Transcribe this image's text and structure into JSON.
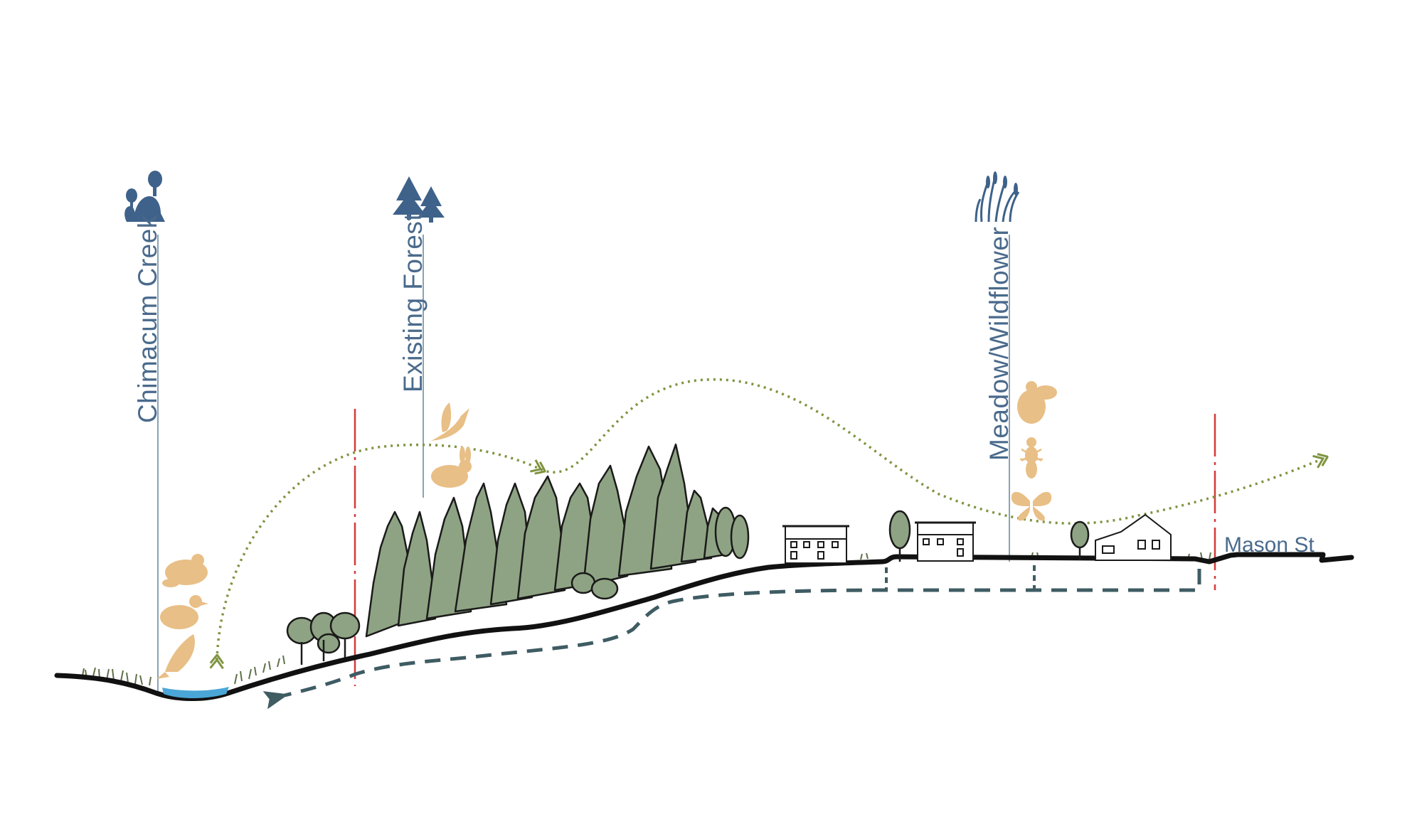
{
  "labels": {
    "zone_1": "Chimacum Creek",
    "zone_2": "Existing Forest",
    "zone_3": "Meadow/Wildflower",
    "street": "Mason St"
  },
  "icons": {
    "zone_1": "squirrel-tree-icon",
    "zone_2": "pine-trees-icon",
    "zone_3": "reeds-grass-icon",
    "wildlife_creek": [
      "frog-icon",
      "duck-icon",
      "salmon-icon"
    ],
    "wildlife_forest": [
      "bird-icon",
      "rabbit-icon"
    ],
    "wildlife_meadow": [
      "bee-icon",
      "ant-icon",
      "butterfly-icon"
    ]
  },
  "colors": {
    "label_blue": "#4a6a8c",
    "icon_blue": "#3e628a",
    "wildlife_tan": "#e8bf86",
    "forest_green": "#8ea383",
    "migration_path": "#7f9440",
    "drainage_path": "#3f5c63",
    "property_line": "#d43a3a",
    "water": "#4aa6d6",
    "ground": "#111111"
  }
}
